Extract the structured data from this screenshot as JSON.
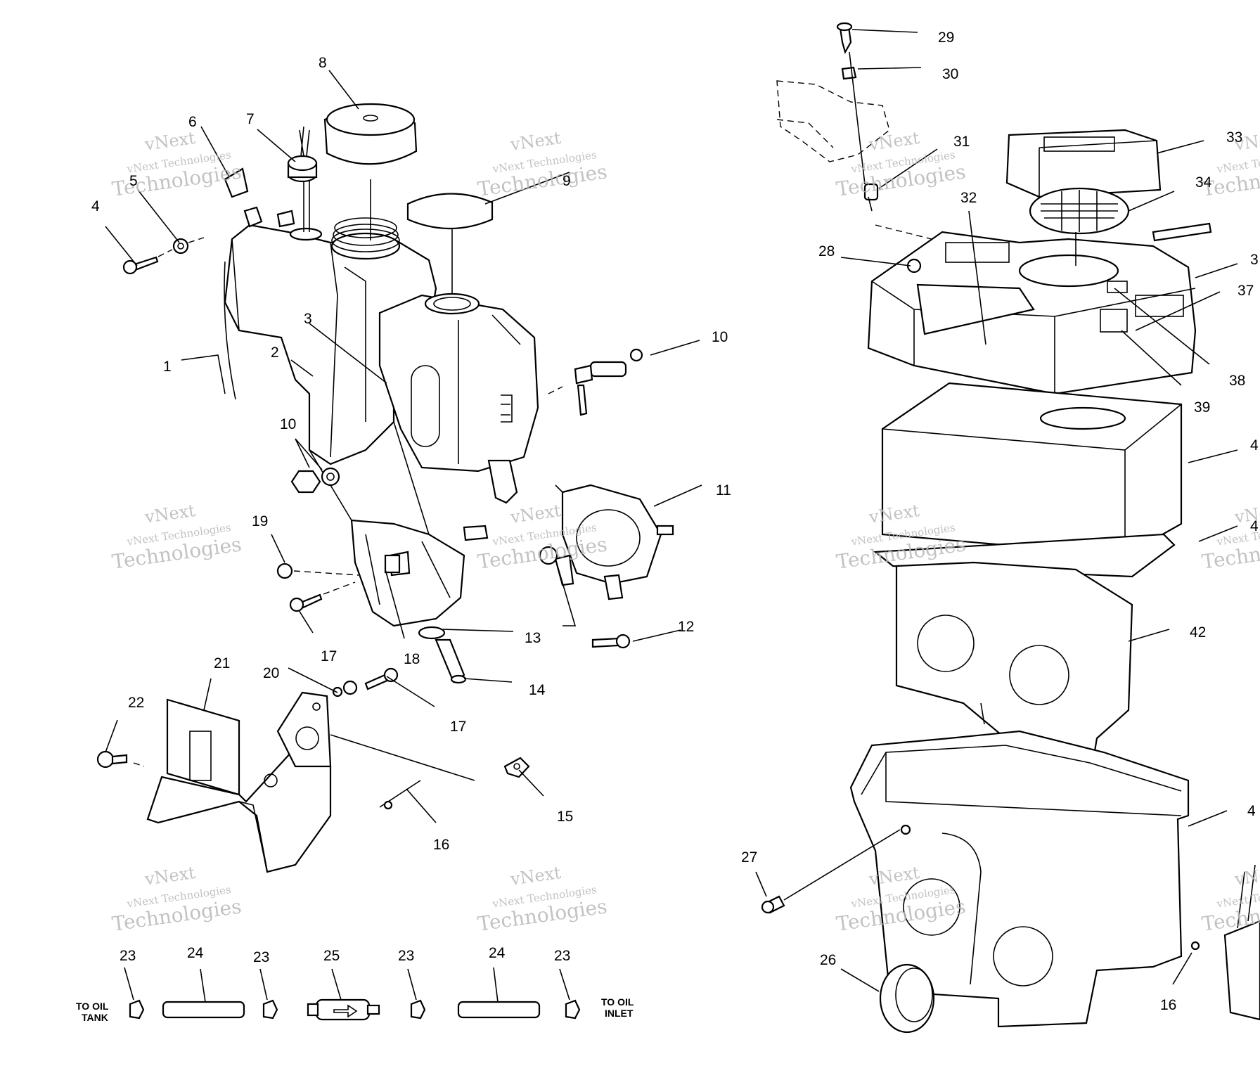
{
  "diagram": {
    "watermark_lines": [
      "vNext Technologies",
      "vNext",
      "Technologies"
    ],
    "notes": {
      "to_oil_tank": [
        "TO OIL",
        "TANK"
      ],
      "to_oil_inlet": [
        "TO OIL",
        "INLET"
      ]
    },
    "callouts": {
      "c1": "1",
      "c2": "2",
      "c3": "3",
      "c4": "4",
      "c5": "5",
      "c6": "6",
      "c7": "7",
      "c8": "8",
      "c9": "9",
      "c10a": "10",
      "c10b": "10",
      "c11": "11",
      "c12": "12",
      "c13": "13",
      "c14": "14",
      "c15": "15",
      "c16a": "16",
      "c16b": "16",
      "c17a": "17",
      "c17b": "17",
      "c18": "18",
      "c19": "19",
      "c20": "20",
      "c21": "21",
      "c22": "22",
      "c23a": "23",
      "c23b": "23",
      "c23c": "23",
      "c23d": "23",
      "c24a": "24",
      "c24b": "24",
      "c25": "25",
      "c26": "26",
      "c27": "27",
      "c28": "28",
      "c29": "29",
      "c30": "30",
      "c31": "31",
      "c32": "32",
      "c33": "33",
      "c34": "34",
      "c35": "3",
      "c37": "37",
      "c38": "38",
      "c39": "39",
      "c40": "4",
      "c41": "4",
      "c42": "42",
      "c43": "4"
    }
  }
}
